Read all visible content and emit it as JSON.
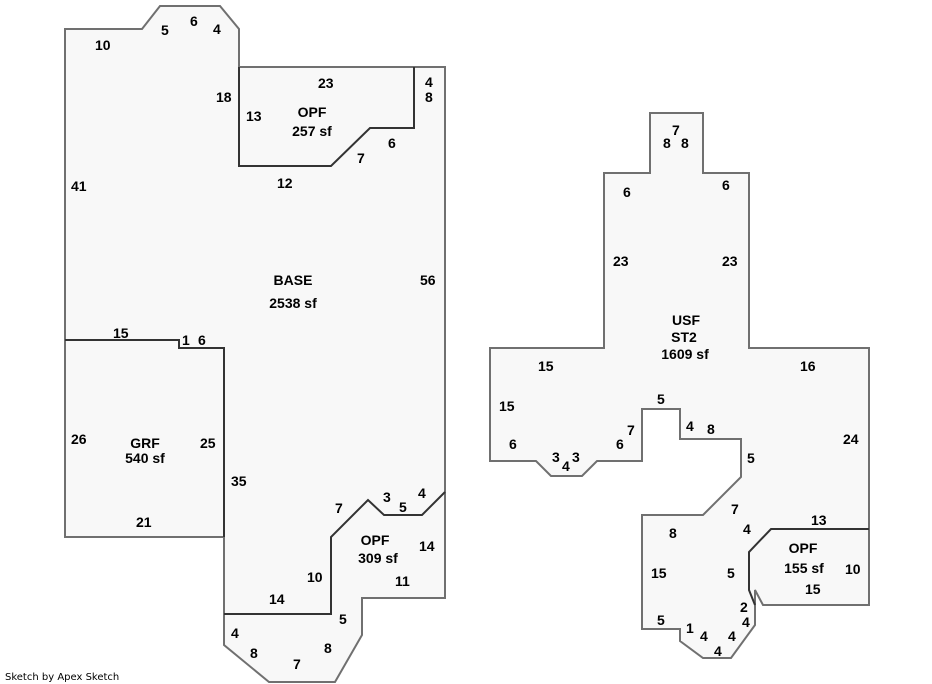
{
  "footer": "Sketch by Apex Sketch",
  "areas": [
    {
      "id": "base",
      "name": "BASE",
      "size": "2538 sf"
    },
    {
      "id": "opf1",
      "name": "OPF",
      "size": "257 sf"
    },
    {
      "id": "grf",
      "name": "GRF",
      "size": "540 sf"
    },
    {
      "id": "opf2",
      "name": "OPF",
      "size": "309 sf"
    },
    {
      "id": "usf",
      "name": "USF",
      "subname": "ST2",
      "size": "1609 sf"
    },
    {
      "id": "opf3",
      "name": "OPF",
      "size": "155 sf"
    }
  ],
  "dimensions": {
    "base": [
      "10",
      "5",
      "6",
      "4",
      "18",
      "4",
      "8",
      "56",
      "41",
      "12",
      "4",
      "3",
      "5",
      "7",
      "35",
      "15",
      "1",
      "6"
    ],
    "opf1": [
      "23",
      "13",
      "6",
      "7"
    ],
    "grf": [
      "26",
      "25",
      "21"
    ],
    "opf2": [
      "7",
      "10",
      "14",
      "14",
      "11",
      "5",
      "4",
      "8",
      "7",
      "8"
    ],
    "usf": [
      "7",
      "8",
      "8",
      "6",
      "6",
      "23",
      "23",
      "15",
      "16",
      "15",
      "6",
      "3",
      "4",
      "3",
      "6",
      "7",
      "5",
      "4",
      "8",
      "5",
      "24",
      "7",
      "4",
      "8",
      "15",
      "5",
      "5",
      "1",
      "4",
      "4",
      "4",
      "2",
      "4"
    ],
    "opf3": [
      "13",
      "10",
      "15"
    ]
  }
}
